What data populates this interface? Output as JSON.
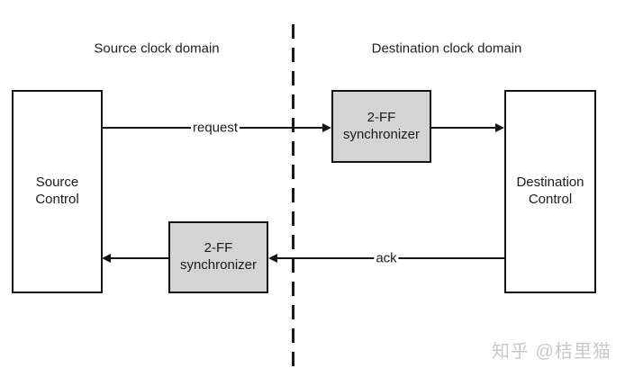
{
  "diagram": {
    "left_domain_title": "Source clock domain",
    "right_domain_title": "Destination clock domain",
    "source_control_label": "Source\nControl",
    "destination_control_label": "Destination\nControl",
    "sync_top_label": "2-FF\nsynchronizer",
    "sync_bottom_label": "2-FF\nsynchronizer",
    "request_signal_label": "request",
    "ack_signal_label": "ack"
  },
  "watermark": "知乎 @桔里猫",
  "colors": {
    "synchronizer_fill": "#d4d4d4",
    "line": "#141414",
    "watermark": "#c9c9c9",
    "background": "#ffffff"
  }
}
